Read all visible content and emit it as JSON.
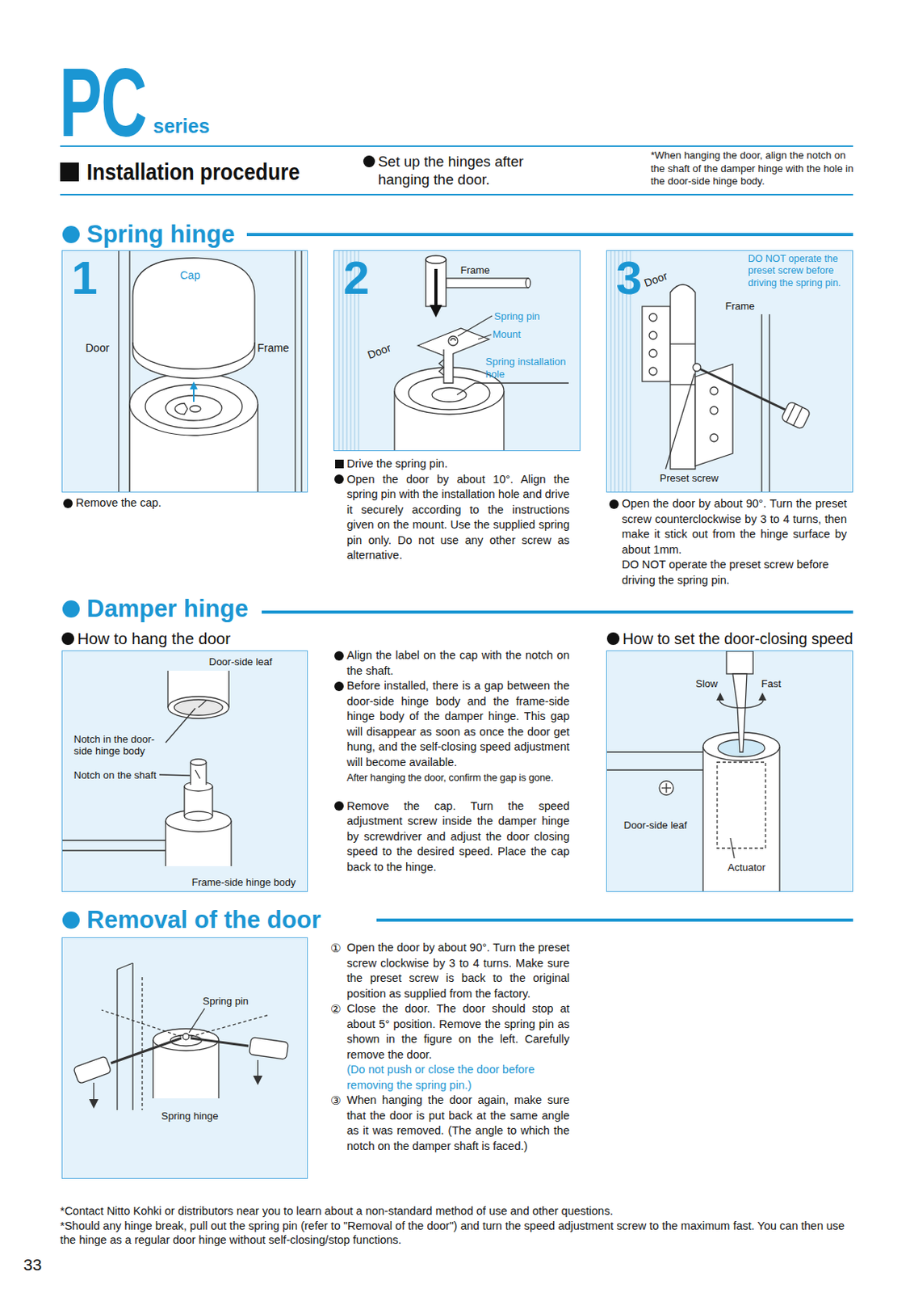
{
  "diagram": {
    "title": "PC",
    "nodes": [
      {
        "text": [
          "1",
          "Cap",
          "Door",
          "Frame"
        ]
      },
      {
        "text": [
          "2",
          "Frame",
          "Spring pin",
          "Mount",
          "Spring installation hole",
          "Door"
        ]
      },
      {
        "text": [
          "3",
          "DO NOT operate the preset screw before driving the spring pin.",
          "Door",
          "Frame",
          "Preset screw"
        ]
      },
      {
        "text": [
          "Door-side leaf",
          "Notch in the door-side hinge body",
          "Notch on the shaft",
          "Frame-side hinge body"
        ]
      },
      {
        "text": [
          "Slow",
          "Fast",
          "Door-side leaf",
          "Actuator"
        ]
      },
      {
        "text": [
          "Spring pin",
          "Spring hinge"
        ]
      }
    ],
    "labels": [
      "series",
      "Installation procedure",
      "Set up the hinges after hanging the door.",
      "*When hanging the door, align the notch on the shaft of the damper hinge with the hole in the door-side hinge body.",
      "Spring hinge",
      "Remove the cap.",
      "Drive the spring pin.",
      "Open the door by about 10°. Align the spring pin with the installation hole and drive it securely according to the instructions given on the mount. Use the supplied spring pin only. Do not use any other screw as alternative.",
      "Open the door by about 90°. Turn the preset screw counterclockwise by 3 to 4 turns, then make it stick out from the hinge surface by about 1mm.",
      "DO NOT operate the preset screw before driving the spring pin.",
      "Damper hinge",
      "How to hang the door",
      "Align the label on the cap with the notch on the shaft.",
      "Before installed, there is a gap between the door-side hinge body and the frame-side hinge body of the damper hinge. This gap will disappear as soon as once the door get hung, and the self-closing speed adjustment will become available.",
      "After hanging the door, confirm the gap is gone.",
      "Remove the cap. Turn the speed adjustment screw inside the damper hinge by screwdriver and adjust the door closing speed to the desired speed. Place the cap back to the hinge.",
      "How to set the door-closing speed",
      "Removal of the door",
      "①",
      "Open the door by about 90°. Turn the preset screw clockwise by 3 to 4 turns. Make sure the preset screw is back to the original position as supplied from the factory.",
      "②",
      "Close the door. The door should stop at about 5° position. Remove the spring pin as shown in the figure on the left. Carefully remove the door.",
      "(Do not push or close the door before removing the spring pin.)",
      "③",
      "When hanging the door again, make sure that the door is put back at the same angle as it was removed. (The angle to which the notch on the damper shaft is faced.)",
      "*Contact Nitto Kohki or distributors near you to learn about a non-standard method of use and other questions.",
      "*Should any hinge break, pull out the spring pin (refer to \"Removal of the door\") and turn the speed adjustment screw to the maximum fast. You can then use the hinge as a regular door hinge without self-closing/stop functions.",
      "33"
    ]
  }
}
